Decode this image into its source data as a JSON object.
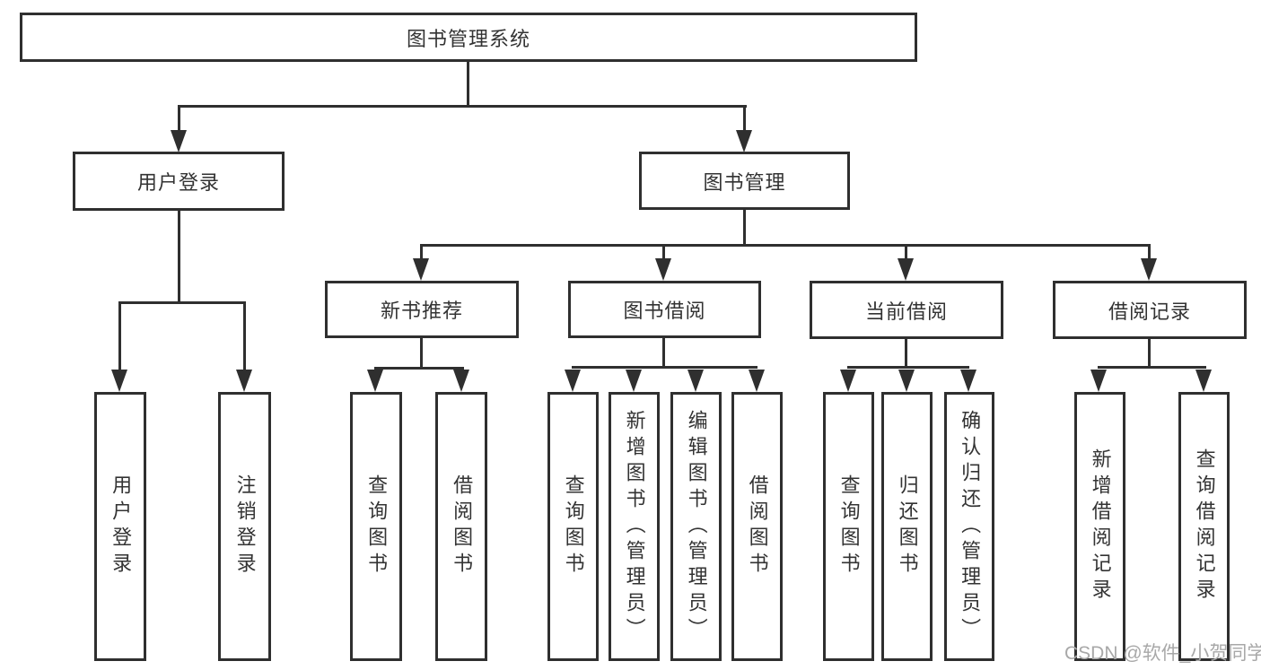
{
  "tree": {
    "root": {
      "label": "图书管理系统",
      "children": [
        {
          "label": "用户登录",
          "children": [
            {
              "label": "用户登录"
            },
            {
              "label": "注销登录"
            }
          ]
        },
        {
          "label": "图书管理",
          "children": [
            {
              "label": "新书推荐",
              "children": [
                {
                  "label": "查询图书"
                },
                {
                  "label": "借阅图书"
                }
              ]
            },
            {
              "label": "图书借阅",
              "children": [
                {
                  "label": "查询图书"
                },
                {
                  "label": "新增图书（管理员）"
                },
                {
                  "label": "编辑图书（管理员）"
                },
                {
                  "label": "借阅图书"
                }
              ]
            },
            {
              "label": "当前借阅",
              "children": [
                {
                  "label": "查询图书"
                },
                {
                  "label": "归还图书"
                },
                {
                  "label": "确认归还（管理员）"
                }
              ]
            },
            {
              "label": "借阅记录",
              "children": [
                {
                  "label": "新增借阅记录"
                },
                {
                  "label": "查询借阅记录"
                }
              ]
            }
          ]
        }
      ]
    }
  },
  "watermark": {
    "text": "CSDN @软件_小贺同学"
  },
  "colors": {
    "line": "#2f2f2f",
    "text": "#333333",
    "watermark": "#a8a8a8",
    "background": "#ffffff"
  }
}
